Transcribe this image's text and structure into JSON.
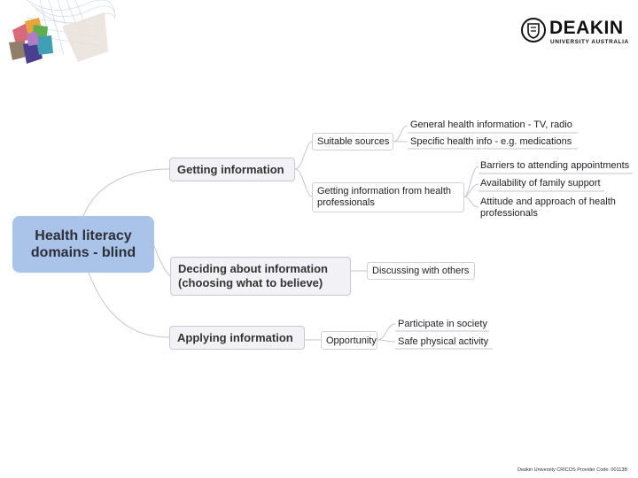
{
  "branding": {
    "logo_word": "DEAKIN",
    "logo_subtitle": "UNIVERSITY AUSTRALIA",
    "footer": "Deakin University CRICOS Provider Code: 00113B"
  },
  "mindmap": {
    "root": {
      "line1": "Health literacy",
      "line2": "domains - blind"
    },
    "getting": {
      "label": "Getting information",
      "suitable_sources": {
        "label": "Suitable sources",
        "leaves": [
          "General health information - TV, radio",
          "Specific health info - e.g. medications"
        ]
      },
      "professionals": {
        "line1": "Getting information from health",
        "line2": "professionals",
        "leaves": {
          "barriers": "Barriers to attending appointments",
          "family": "Availability of family support",
          "attitude_line1": "Attitude and approach of health",
          "attitude_line2": "professionals"
        }
      }
    },
    "deciding": {
      "line1": "Deciding about information",
      "line2": "(choosing what to believe)",
      "discussing": "Discussing with others"
    },
    "applying": {
      "label": "Applying information",
      "opportunity": {
        "label": "Opportunity",
        "leaves": [
          "Participate in society",
          "Safe physical activity"
        ]
      }
    }
  }
}
